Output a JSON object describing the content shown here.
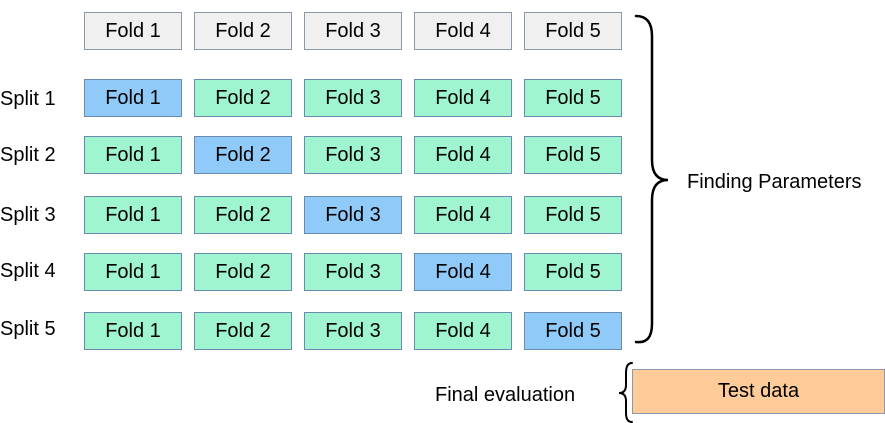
{
  "colors": {
    "validation_fold": "#90caf9",
    "training_fold": "#9ef5cf",
    "header_fold": "#f0f0f0",
    "test_data": "#ffcc99",
    "border": "#6a8ab0"
  },
  "header_folds": [
    "Fold 1",
    "Fold 2",
    "Fold 3",
    "Fold 4",
    "Fold 5"
  ],
  "splits": [
    {
      "label": "Split 1",
      "validation_index": 0,
      "folds": [
        "Fold 1",
        "Fold 2",
        "Fold 3",
        "Fold 4",
        "Fold 5"
      ]
    },
    {
      "label": "Split 2",
      "validation_index": 1,
      "folds": [
        "Fold 1",
        "Fold 2",
        "Fold 3",
        "Fold 4",
        "Fold 5"
      ]
    },
    {
      "label": "Split 3",
      "validation_index": 2,
      "folds": [
        "Fold 1",
        "Fold 2",
        "Fold 3",
        "Fold 4",
        "Fold 5"
      ]
    },
    {
      "label": "Split 4",
      "validation_index": 3,
      "folds": [
        "Fold 1",
        "Fold 2",
        "Fold 3",
        "Fold 4",
        "Fold 5"
      ]
    },
    {
      "label": "Split 5",
      "validation_index": 4,
      "folds": [
        "Fold 1",
        "Fold 2",
        "Fold 3",
        "Fold 4",
        "Fold 5"
      ]
    }
  ],
  "labels": {
    "finding_parameters": "Finding Parameters",
    "final_evaluation": "Final evaluation",
    "test_data": "Test data"
  }
}
